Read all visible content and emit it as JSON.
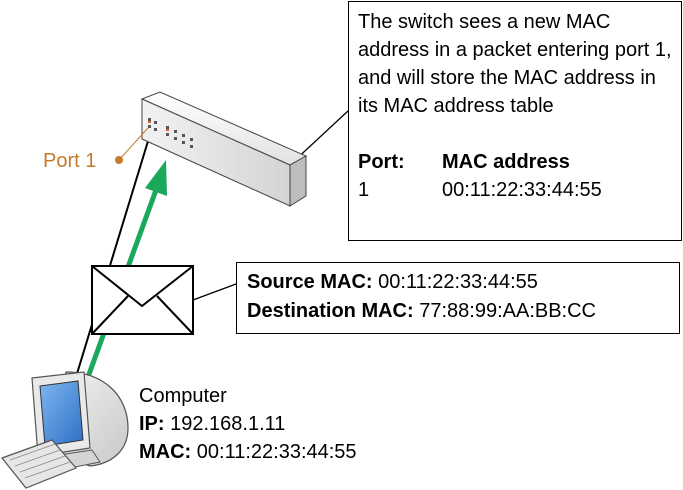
{
  "switch_callout": {
    "description": "The switch sees a new MAC address in a packet entering port 1, and will store the MAC address in its MAC address table",
    "table_headers": [
      "Port:",
      "MAC address"
    ],
    "table_row": [
      "1",
      "00:11:22:33:44:55"
    ]
  },
  "packet_callout": {
    "source_label": "Source MAC:",
    "source_value": " 00:11:22:33:44:55",
    "dest_label": "Destination MAC:",
    "dest_value": " 77:88:99:AA:BB:CC"
  },
  "port_label": "Port 1",
  "computer": {
    "title": "Computer",
    "ip_label": "IP:",
    "ip_value": " 192.168.1.11",
    "mac_label": "MAC:",
    "mac_value": " 00:11:22:33:44:55"
  },
  "colors": {
    "arrow": "#1aa85a",
    "port_label": "#c47a2a",
    "switch_body": "#ececec"
  },
  "icons": [
    "switch-icon",
    "envelope-icon",
    "computer-icon",
    "keyboard-icon",
    "port-dot-icon"
  ]
}
